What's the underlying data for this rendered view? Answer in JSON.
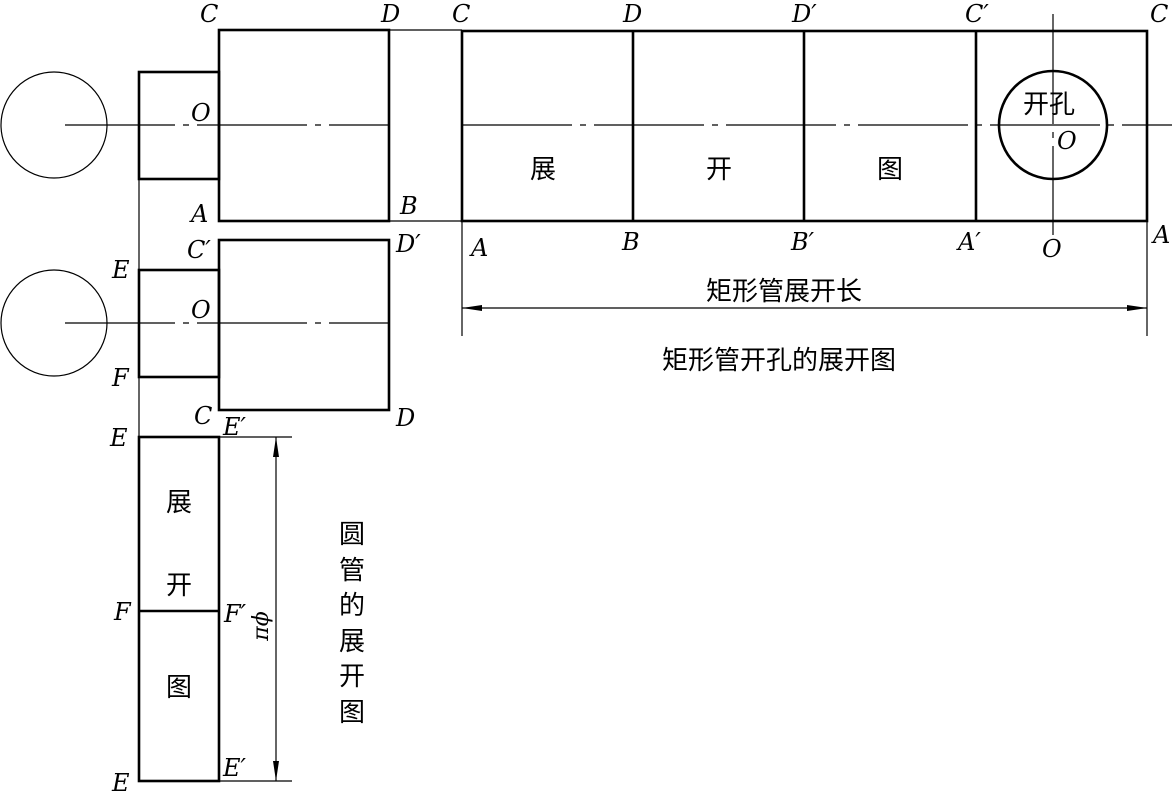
{
  "points": {
    "C": "C",
    "D": "D",
    "D_prime": "D′",
    "C_prime": "C′",
    "O": "O",
    "A": "A",
    "B": "B",
    "B_prime": "B′",
    "A_prime": "A′",
    "E": "E",
    "F": "F",
    "E_prime": "E′",
    "F_prime": "F′"
  },
  "rect_unfold": {
    "panel1": "展",
    "panel2": "开",
    "panel3": "图",
    "hole_label": "开孔",
    "length_label": "矩形管展开长",
    "caption": "矩形管开孔的展开图"
  },
  "round_unfold": {
    "c1": "展",
    "c2": "开",
    "c3": "图",
    "pi_phi": "πϕ",
    "caption": [
      "圆",
      "管",
      "的",
      "展",
      "开",
      "图"
    ]
  }
}
